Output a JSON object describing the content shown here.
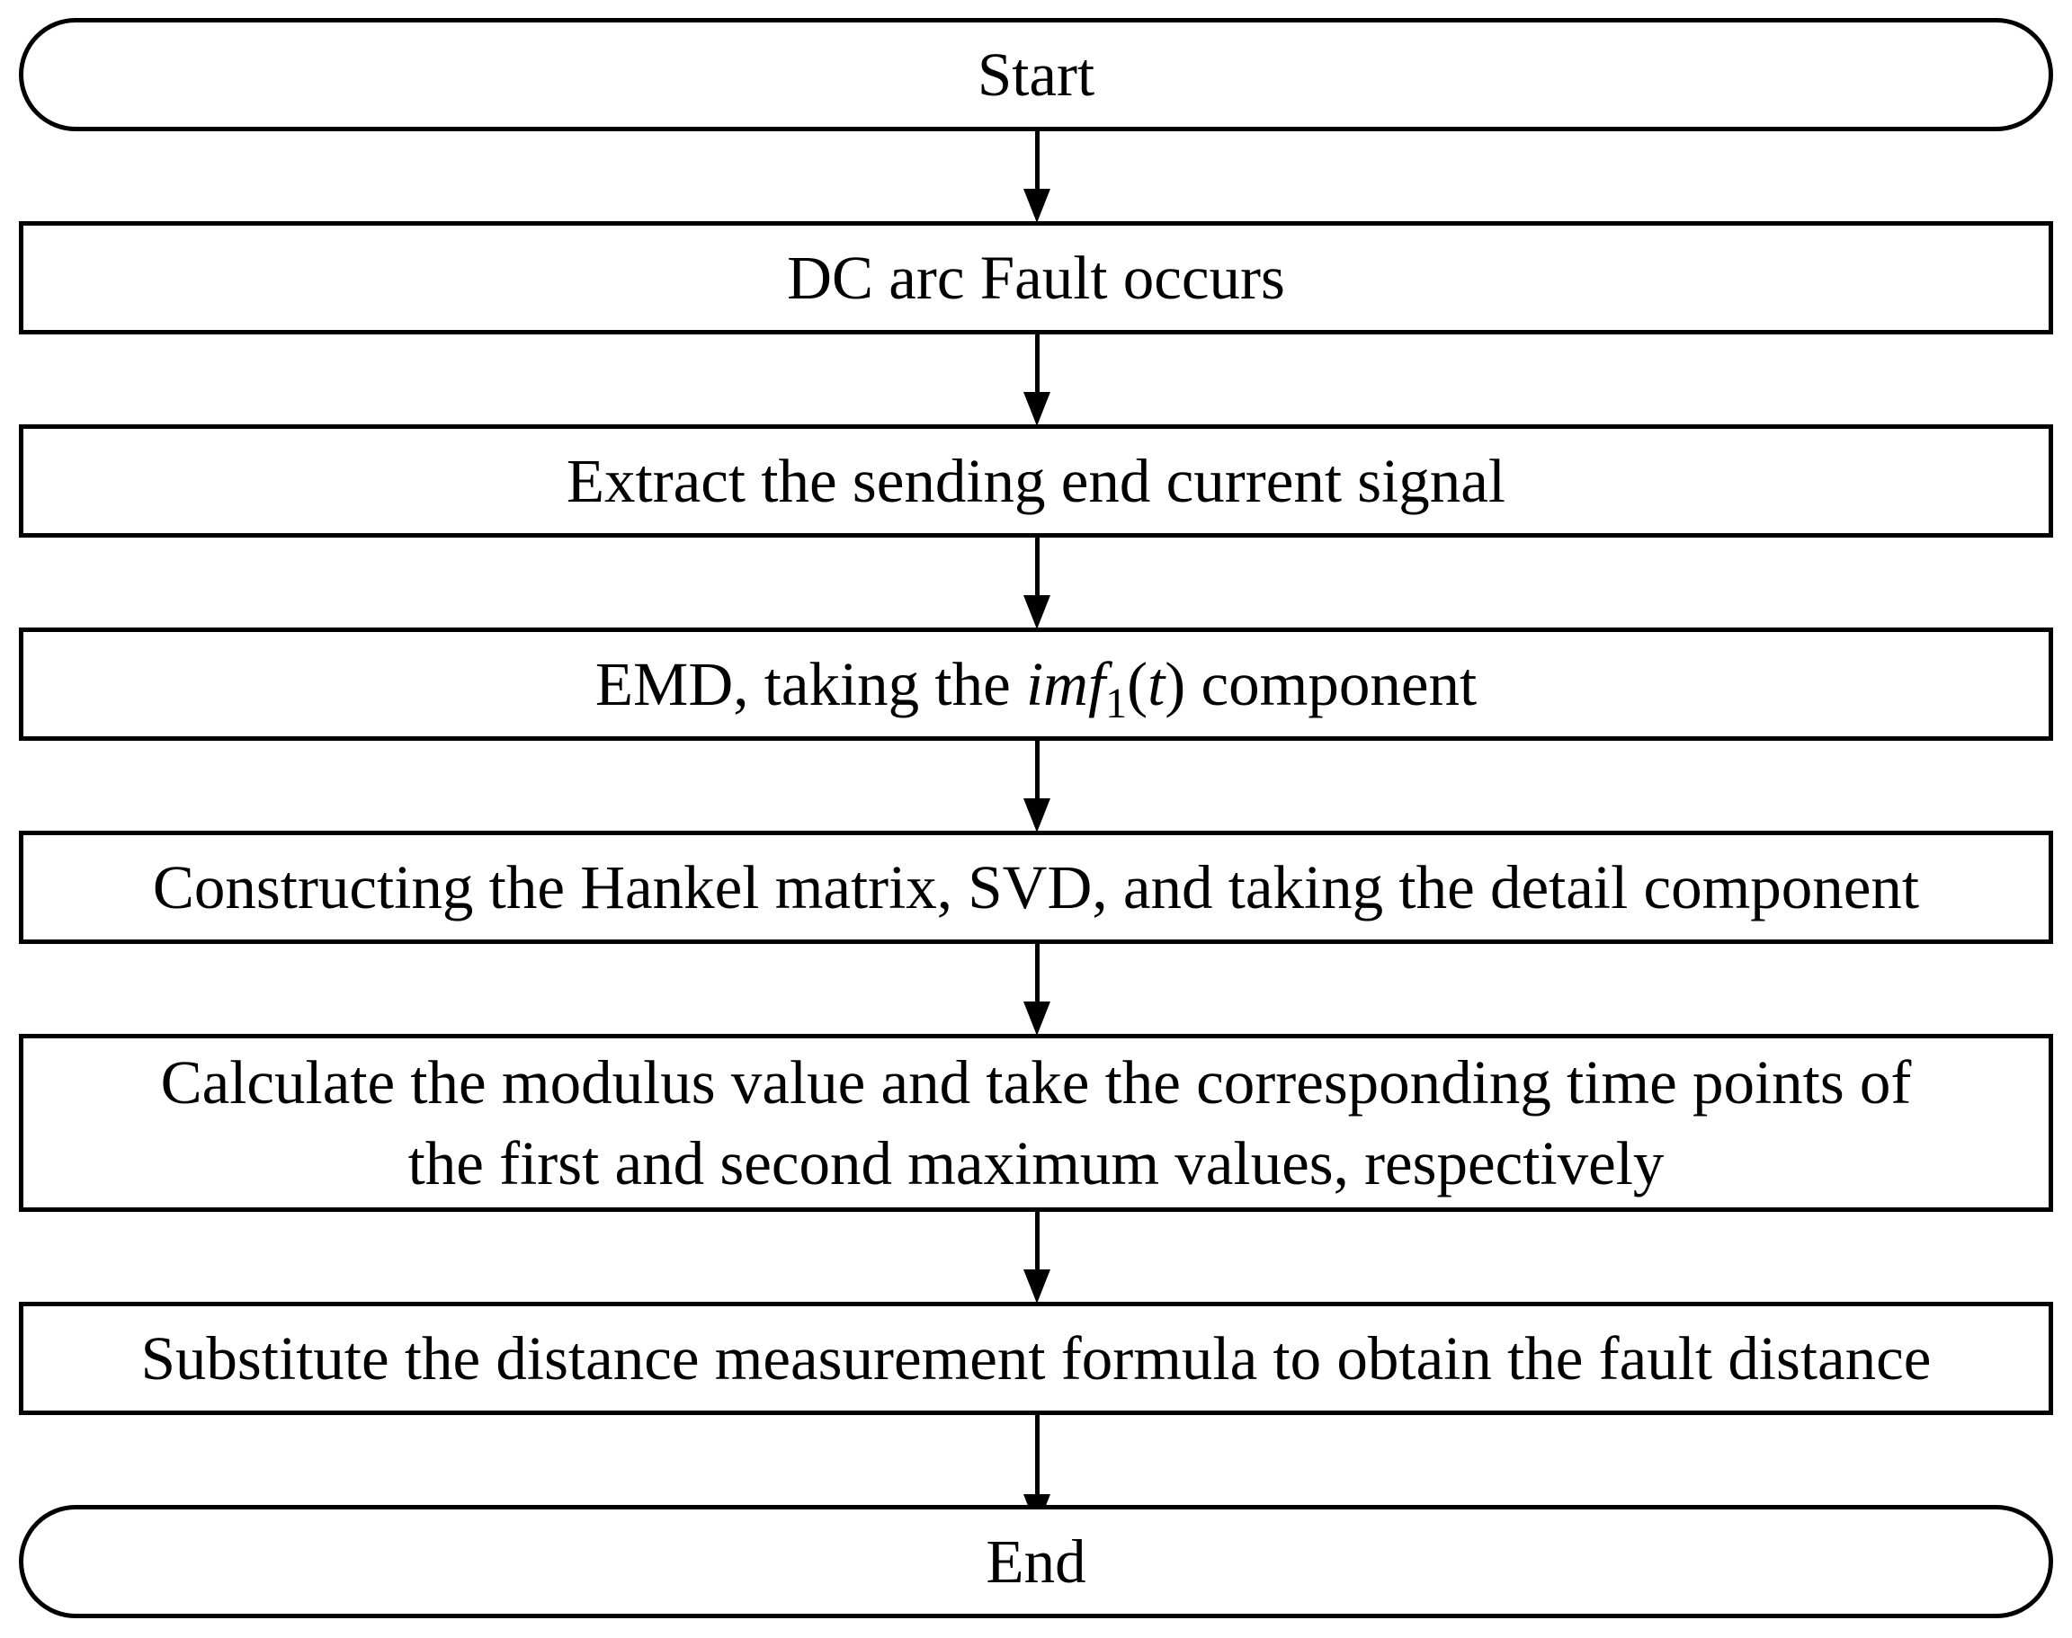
{
  "flowchart": {
    "start": "Start",
    "step1": "DC arc Fault occurs",
    "step2": "Extract the sending end current signal",
    "step3": {
      "prefix": "EMD, taking the ",
      "var": "imf",
      "sub": "1",
      "paren_open": "(",
      "t": "t",
      "paren_close": ")",
      "suffix": " component"
    },
    "step4": "Constructing the Hankel matrix, SVD, and taking the detail component",
    "step5": {
      "line1": "Calculate the modulus value and take the corresponding time points of",
      "line2": "the first and second maximum values, respectively"
    },
    "step6": "Substitute the distance measurement formula to obtain the fault distance",
    "end": "End"
  }
}
